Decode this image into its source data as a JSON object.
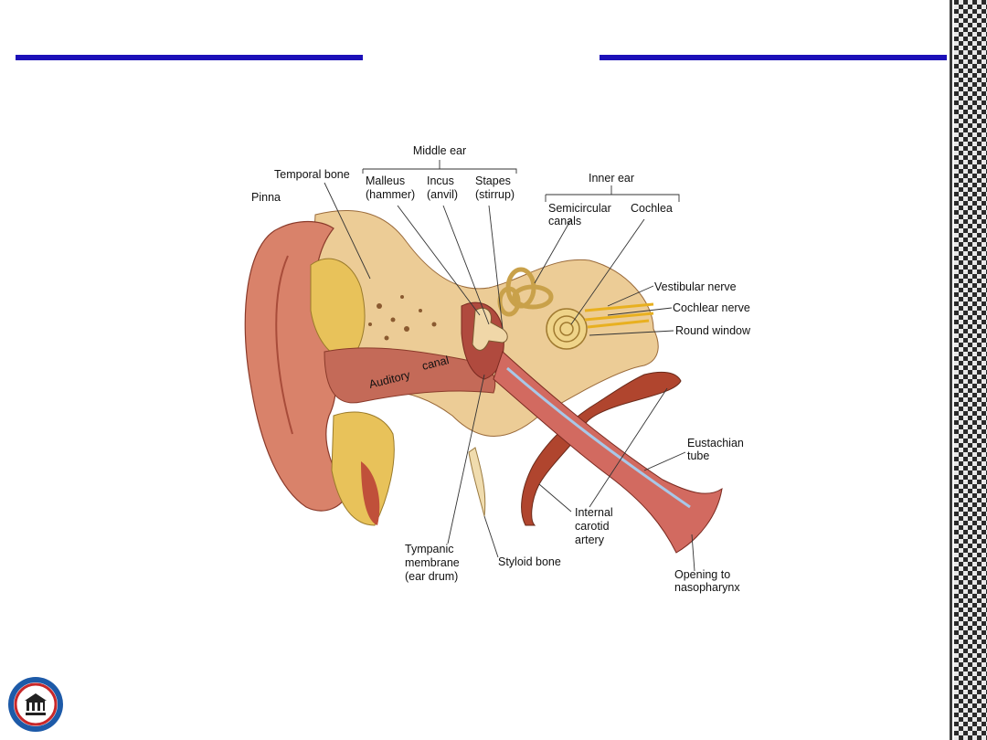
{
  "labels": {
    "middle_ear": "Middle ear",
    "temporal_bone": "Temporal bone",
    "pinna": "Pinna",
    "malleus": "Malleus",
    "hammer": "(hammer)",
    "incus": "Incus",
    "anvil": "(anvil)",
    "stapes": "Stapes",
    "stirrup": "(stirrup)",
    "inner_ear": "Inner ear",
    "semicircular": "Semicircular",
    "canals": "canals",
    "cochlea": "Cochlea",
    "vestibular_nerve": "Vestibular nerve",
    "cochlear_nerve": "Cochlear nerve",
    "round_window": "Round window",
    "auditory": "Auditory",
    "canal": "canal",
    "eustachian": "Eustachian",
    "tube": "tube",
    "internal": "Internal",
    "carotid": "carotid",
    "artery": "artery",
    "tympanic": "Tympanic",
    "membrane": "membrane",
    "ear_drum": "(ear drum)",
    "styloid_bone": "Styloid bone",
    "opening_to": "Opening to",
    "nasopharynx": "nasopharynx"
  },
  "colors": {
    "rule": "#1c10b8",
    "skin": "#d9826a",
    "bone": "#eccc96",
    "canal": "#c46a58",
    "fat": "#e8c25a"
  },
  "logo": {
    "icon": "faculty-seal-icon"
  }
}
